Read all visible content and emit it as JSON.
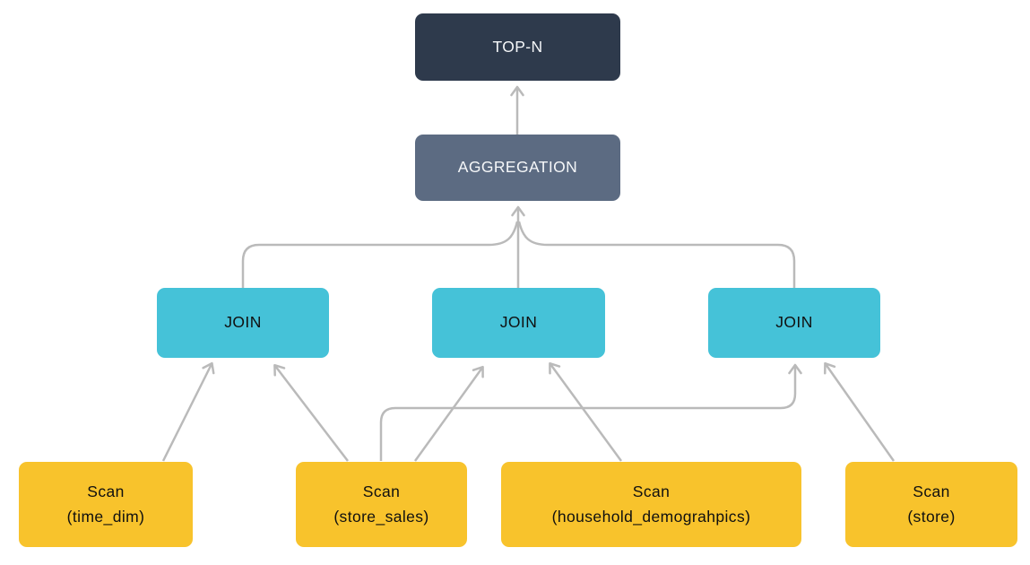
{
  "diagram": {
    "type": "query-execution-plan",
    "nodes": {
      "topn": {
        "label": "TOP-N"
      },
      "aggregation": {
        "label": "AGGREGATION"
      },
      "join_left": {
        "label": "JOIN"
      },
      "join_middle": {
        "label": "JOIN"
      },
      "join_right": {
        "label": "JOIN"
      },
      "scan_time_dim": {
        "line1": "Scan",
        "line2": "(time_dim)"
      },
      "scan_store_sales": {
        "line1": "Scan",
        "line2": "(store_sales)"
      },
      "scan_household": {
        "line1": "Scan",
        "line2": "(household_demograhpics)"
      },
      "scan_store": {
        "line1": "Scan",
        "line2": "(store)"
      }
    },
    "edges": [
      {
        "from": "aggregation",
        "to": "topn"
      },
      {
        "from": "join_left",
        "to": "aggregation"
      },
      {
        "from": "join_middle",
        "to": "aggregation"
      },
      {
        "from": "join_right",
        "to": "aggregation"
      },
      {
        "from": "scan_time_dim",
        "to": "join_left"
      },
      {
        "from": "scan_store_sales",
        "to": "join_left"
      },
      {
        "from": "scan_store_sales",
        "to": "join_middle"
      },
      {
        "from": "scan_household",
        "to": "join_middle"
      },
      {
        "from": "scan_store_sales",
        "to": "join_right"
      },
      {
        "from": "scan_store",
        "to": "join_right"
      }
    ],
    "colors": {
      "topn_bg": "#2E3A4C",
      "aggregation_bg": "#5C6B82",
      "join_bg": "#45C2D8",
      "scan_bg": "#F8C32C",
      "dark_node_text": "#F5F7F9",
      "light_node_text": "#101010",
      "edge": "#BABABA",
      "background": "#FFFFFF"
    }
  }
}
